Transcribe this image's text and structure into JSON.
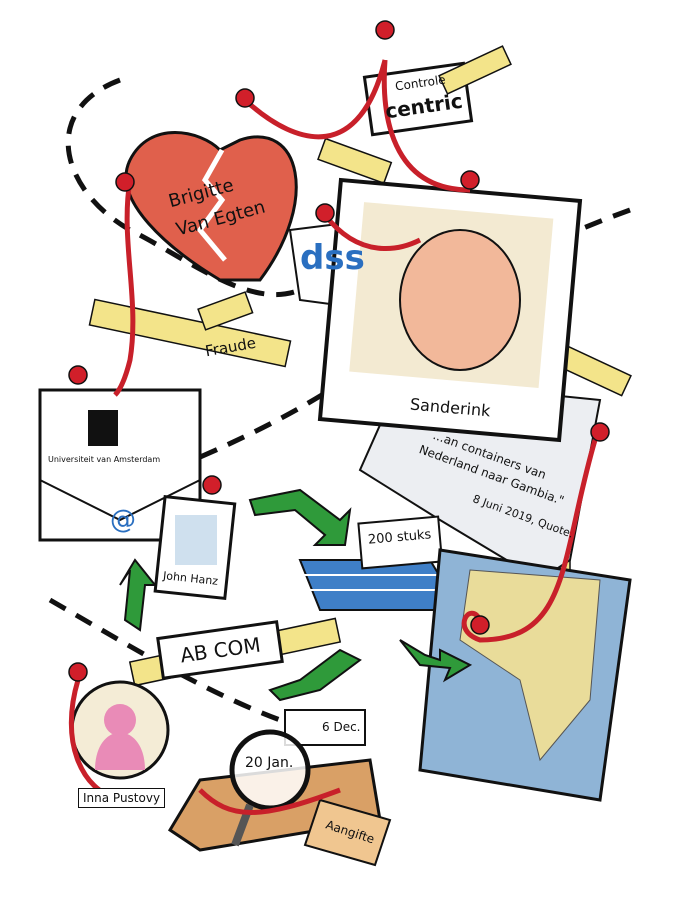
{
  "heart_label_1": "Brigitte",
  "heart_label_2": "Van Egten",
  "controle_label": "Controle",
  "centric_logo": "centric",
  "dss_logo": "dss",
  "fraude_label": "Fraude",
  "photo_caption": "Sanderink",
  "quote_line_1": "...an containers van",
  "quote_line_2": "Nederland naar Gambia.\"",
  "quote_source": "8 Juni 2019, Quote.",
  "uva_label": "Universiteit van Amsterdam",
  "at_symbol": "@",
  "badge_name": "John Hanz",
  "stack_label": "200 stuks",
  "abcom_label": "AB COM",
  "date_1": "6 Dec.",
  "date_2": "20 Jan.",
  "person_label": "Inna Pustovy",
  "tag_label": "Aangifte",
  "colors": {
    "rope": "#c8202a",
    "heart": "#e0604c",
    "tape": "#f3e48a",
    "map_sea": "#8fb4d6",
    "map_land": "#e9dc9a",
    "arrow": "#2f9a3a"
  }
}
